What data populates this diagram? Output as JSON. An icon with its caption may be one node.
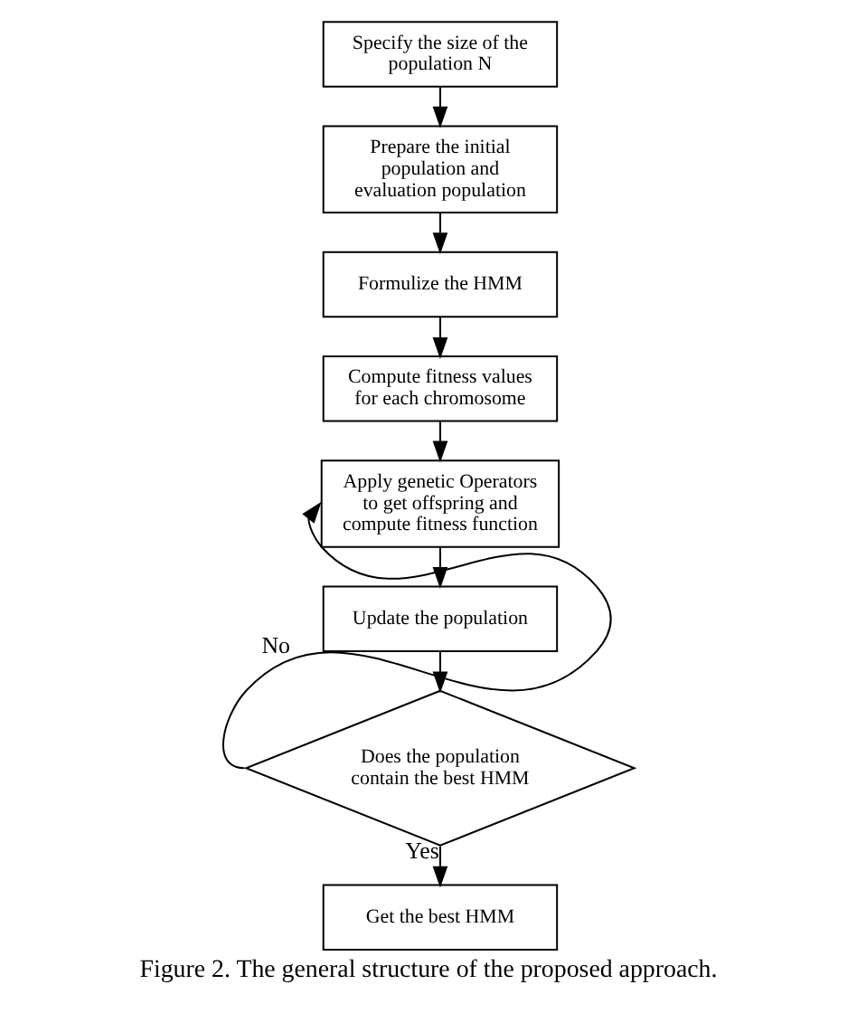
{
  "diagram": {
    "caption": "Figure 2. The general structure of the proposed approach.",
    "nodes": [
      {
        "text": [
          "Specify the size of the population N"
        ]
      },
      {
        "text": [
          "Prepare the initial population and evaluation population"
        ]
      },
      {
        "text": [
          "Formulize the HMM"
        ]
      },
      {
        "text": [
          "Compute fitness values for each chromosome"
        ]
      },
      {
        "text": [
          "Apply genetic Operators to get offspring and compute fitness function"
        ]
      },
      {
        "text": [
          "Update the population"
        ]
      },
      {
        "text": [
          "Does the population contain the best HMM"
        ]
      },
      {
        "text": [
          "Get the best HMM"
        ]
      }
    ],
    "edges": [
      {
        "from": 0,
        "to": 1,
        "arrow": "to"
      },
      {
        "from": 1,
        "to": 2,
        "arrow": "to"
      },
      {
        "from": 2,
        "to": 3,
        "arrow": "to"
      },
      {
        "from": 3,
        "to": 4,
        "arrow": "to"
      },
      {
        "from": 4,
        "to": 5,
        "arrow": "to"
      },
      {
        "from": 5,
        "to": 6,
        "arrow": "to"
      },
      {
        "from": 6,
        "to": 7,
        "arrow": "to",
        "label": "Yes"
      },
      {
        "from": 6,
        "to": 4,
        "arrow": "to",
        "label": "No"
      }
    ]
  }
}
